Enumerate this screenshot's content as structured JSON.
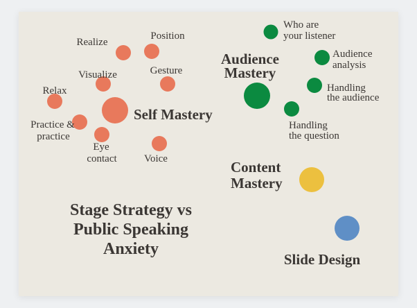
{
  "title": [
    "Stage Strategy vs",
    "Public Speaking",
    "Anxiety"
  ],
  "colors": {
    "self": "#e8795c",
    "audience": "#0b8a40",
    "content": "#ecc03f",
    "slide": "#5f8fc6"
  },
  "self_mastery": {
    "label": "Self Mastery",
    "items": [
      "Realize",
      "Position",
      "Visualize",
      "Gesture",
      "Relax",
      "Practice &",
      "practice",
      "Eye",
      "contact",
      "Voice"
    ]
  },
  "audience_mastery": {
    "label": [
      "Audience",
      "Mastery"
    ],
    "items": [
      "Who are",
      "your listener",
      "Audience",
      "analysis",
      "Handling",
      "the audience",
      "Handling",
      "the question"
    ]
  },
  "content_mastery": {
    "label": [
      "Content",
      "Mastery"
    ]
  },
  "slide_design": {
    "label": "Slide Design"
  }
}
